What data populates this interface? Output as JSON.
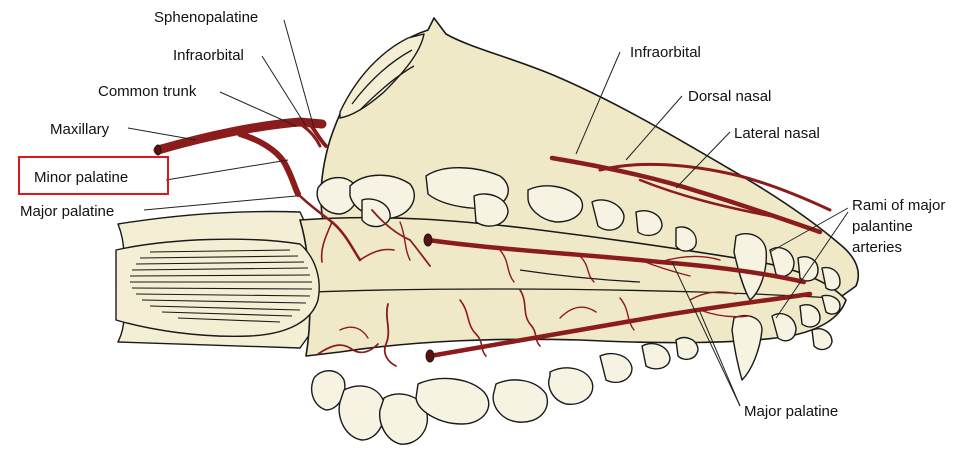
{
  "labels": {
    "sphenopalatine": "Sphenopalatine",
    "infraorbital_left": "Infraorbital",
    "common_trunk": "Common trunk",
    "maxillary": "Maxillary",
    "minor_palatine": "Minor palatine",
    "major_palatine_left": "Major palatine",
    "infraorbital_right": "Infraorbital",
    "dorsal_nasal": "Dorsal nasal",
    "lateral_nasal": "Lateral nasal",
    "rami_line1": "Rami of major",
    "rami_line2": "palantine",
    "rami_line3": "arteries",
    "major_palatine_bottom": "Major palatine"
  },
  "colors": {
    "artery": "#8b1c1c",
    "artery_dark": "#5e0f0f",
    "bone": "#efe9c8",
    "highlight_box": "#e0161b",
    "text": "#111111"
  }
}
